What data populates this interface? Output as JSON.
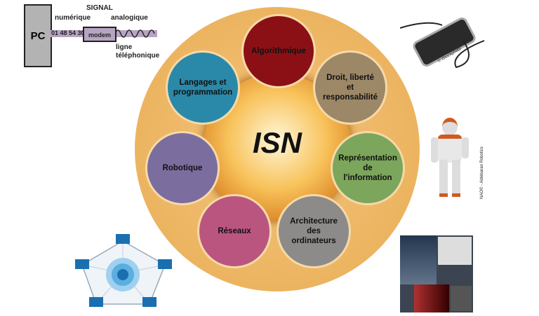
{
  "center_label": "ISN",
  "topics": [
    {
      "label": "Algorithmique",
      "color": "#8b1016",
      "text_color": "#111"
    },
    {
      "label": "Droit, liberté et responsabilité",
      "color": "#9c8767",
      "text_color": "#111"
    },
    {
      "label": "Représentation de l'information",
      "color": "#7ba65b",
      "text_color": "#111"
    },
    {
      "label": "Architecture des ordinateurs",
      "color": "#8d8b89",
      "text_color": "#111"
    },
    {
      "label": "Réseaux",
      "color": "#ba5580",
      "text_color": "#111"
    },
    {
      "label": "Robotique",
      "color": "#7b6d9e",
      "text_color": "#111"
    },
    {
      "label": "Langages et programmation",
      "color": "#2a89a9",
      "text_color": "#111"
    }
  ],
  "modem_diagram": {
    "pc": "PC",
    "signal": "SIGNAL",
    "digital": "numérique",
    "analog": "analogique",
    "number": "01 48 54 30",
    "modem": "modem",
    "line": "ligne téléphonique"
  },
  "credits": {
    "phone": "© iStockphoto",
    "robot": "NAO© - Aldebaran Robotics"
  }
}
